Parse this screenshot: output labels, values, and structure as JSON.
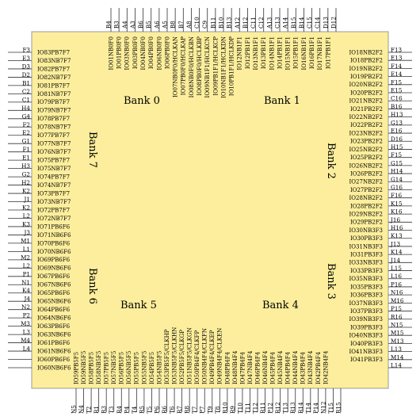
{
  "colors": {
    "chip_fill": "#fcee9c",
    "chip_border": "#9a9a9a",
    "pin": "#333333"
  },
  "banks": [
    "Bank 0",
    "Bank 1",
    "Bank 2",
    "Bank 3",
    "Bank 4",
    "Bank 5",
    "Bank 6",
    "Bank 7"
  ],
  "left": {
    "balls": [
      "F3",
      "E3",
      "D3",
      "D2",
      "B1",
      "C2",
      "C1",
      "H4",
      "G4",
      "F2",
      "E2",
      "G1",
      "F1",
      "E1",
      "H3",
      "G2",
      "H2",
      "K2",
      "J1",
      "K2",
      "L2",
      "K3",
      "J3",
      "M1",
      "L1",
      "M2",
      "L2",
      "P1",
      "N1",
      "K4",
      "J4",
      "N2",
      "P2",
      "M3",
      "L3",
      "M4",
      "L4"
    ],
    "ios": [
      "IO83PB7F7",
      "IO83NB7F7",
      "IO82PB7F7",
      "IO82NB7F7",
      "IO81PB7F7",
      "IO81NB7F7",
      "IO79PB7F7",
      "IO79NB7F7",
      "IO78PB7F7",
      "IO78NB7F7",
      "IO77PB7F7",
      "IO77NB7F7",
      "IO76NB7F7",
      "IO75PB7F7",
      "IO75NB7F7",
      "IO74PB7F7",
      "IO74NB7F7",
      "IO73PB7F7",
      "IO73NB7F7",
      "IO72PB7F7",
      "IO72NB7F7",
      "IO71PB6F6",
      "IO71NB6F6",
      "IO70PB6F6",
      "IO70NB6F6",
      "IO69PB6F6",
      "IO69NB6F6",
      "IO67PB6F6",
      "IO67NB6F6",
      "IO65PB6F6",
      "IO65NB6F6",
      "IO64PB6F6",
      "IO64NB6F6",
      "IO63PB6F6",
      "IO63NB6F6",
      "IO61PB6F6",
      "IO61NB6F6",
      "IO60PB6F6",
      "IO60NB6F6"
    ]
  },
  "right": {
    "balls": [
      "F13",
      "E13",
      "F14",
      "E14",
      "F15",
      "E15",
      "C16",
      "B16",
      "H13",
      "G13",
      "E16",
      "D16",
      "H15",
      "F15",
      "G15",
      "H14",
      "G14",
      "G16",
      "F16",
      "K15",
      "K16",
      "J16",
      "H16",
      "K13",
      "J13",
      "K14",
      "J14",
      "L15",
      "L16",
      "P16",
      "N16",
      "M16",
      "P15",
      "R16",
      "N15",
      "M15",
      "M13",
      "L13",
      "M14",
      "L14"
    ],
    "ios": [
      "IO18NB2F2",
      "IO18PB2F2",
      "IO19NB2F2",
      "IO19PB2F2",
      "IO20NB2F2",
      "IO20PB2F2",
      "IO21NB2F2",
      "IO21PB2F2",
      "IO22NB2F2",
      "IO22PB2F2",
      "IO23NB2F2",
      "IO23PB2F2",
      "IO25NB2F2",
      "IO25PB2F2",
      "IO26NB2F2",
      "IO26PB2F2",
      "IO27NB2F2",
      "IO27PB2F2",
      "IO28NB2F2",
      "IO28PB2F2",
      "IO29NB2F2",
      "IO29PB2F2",
      "IO30NB3F3",
      "IO30PB3F3",
      "IO31NB3F3",
      "IO31PB3F3",
      "IO33NB3F3",
      "IO33PB3F3",
      "IO35NB3F3",
      "IO35PB3F3",
      "IO36PB3F3",
      "IO37NB3F3",
      "IO37PB3F3",
      "IO39NB3F3",
      "IO39PB3F3",
      "IO40NB3F3",
      "IO40PB3F3",
      "IO41NB3F3",
      "IO41PB3F3"
    ]
  },
  "top": {
    "balls": [
      "B4",
      "B3",
      "A4",
      "A3",
      "B6",
      "B5",
      "A6",
      "A5",
      "B8",
      "B7",
      "A8",
      "C10",
      "C9",
      "B11",
      "B10",
      "B13",
      "A12",
      "B12",
      "C11",
      "C12",
      "A13",
      "C13",
      "A14",
      "B15",
      "B14",
      "C15",
      "C14",
      "D13",
      "D12"
    ],
    "ios": [
      "IO01NB0F0",
      "IO01PB0F0",
      "IO03NB0F0",
      "IO03PB0F0",
      "IO04NB0F0",
      "IO04PB0F0",
      "IO06NB0F0",
      "IO06PB0F0",
      "IO07NB0F0/HCLKAN",
      "IO07PB0F0/HCLKAP",
      "IO08NB0F0/HCLKBN",
      "IO08PB0F0/HCLKBP",
      "IO09NB1F1/HCLKCN",
      "IO09PB1F1/HCLKCP",
      "IO10NB1F1/HCLKDN",
      "IO10PB1F1/HCLKDP",
      "IO12NB1F1",
      "IO12PB1F1",
      "IO13NB1F1",
      "IO13PB1F1",
      "IO14NB1F1",
      "IO14PB1F1",
      "IO15NB1F1",
      "IO15PB1F1",
      "IO16NB1F1",
      "IO16PB1F1",
      "IO17NB1F1",
      "IO17PB1F1"
    ]
  },
  "bottom": {
    "balls": [
      "N5",
      "N4",
      "T2",
      "R1",
      "R3",
      "T3",
      "R4",
      "P4",
      "T4",
      "R5",
      "T5",
      "P6",
      "R6",
      "T6",
      "R7",
      "R8",
      "T7",
      "P7",
      "T9",
      "T8",
      "R10",
      "R9",
      "T10",
      "T11",
      "T12",
      "R11",
      "P12",
      "R12",
      "T13",
      "R13",
      "R14",
      "T14",
      "P14",
      "N12",
      "T15",
      "R15"
    ],
    "ios": [
      "IO59PB5F5",
      "IO59NB5F5",
      "IO58PB5F5",
      "IO58NB5F5",
      "IO57PB5F5",
      "IO57NB5F5",
      "IO56PB5F5",
      "IO56NB5F5",
      "IO55PB5F5",
      "IO55NB5F5",
      "IO54PB5F5",
      "IO54NB5F5",
      "IO53PB5F5/CLKHP",
      "IO53NB5F5/CLKHN",
      "IO52PB5F5/CLKGP",
      "IO51NB5F5/CLKGN",
      "IO50PB4F4/CLKFP",
      "IO50NB4F4/CLKFN",
      "IO49PB4F4/CLKEP",
      "IO49NB4F4/CLKEN",
      "IO48PB4F4",
      "IO48NB4F4",
      "IO47PB4F4",
      "IO47NB4F4",
      "IO46PB4F4",
      "IO46NB4F4",
      "IO45PB4F4",
      "IO45NB4F4",
      "IO44PB4F4",
      "IO44NB4F4",
      "IO43PB4F4",
      "IO43NB4F4",
      "IO42PB4F4",
      "IO42NB4F4"
    ]
  }
}
